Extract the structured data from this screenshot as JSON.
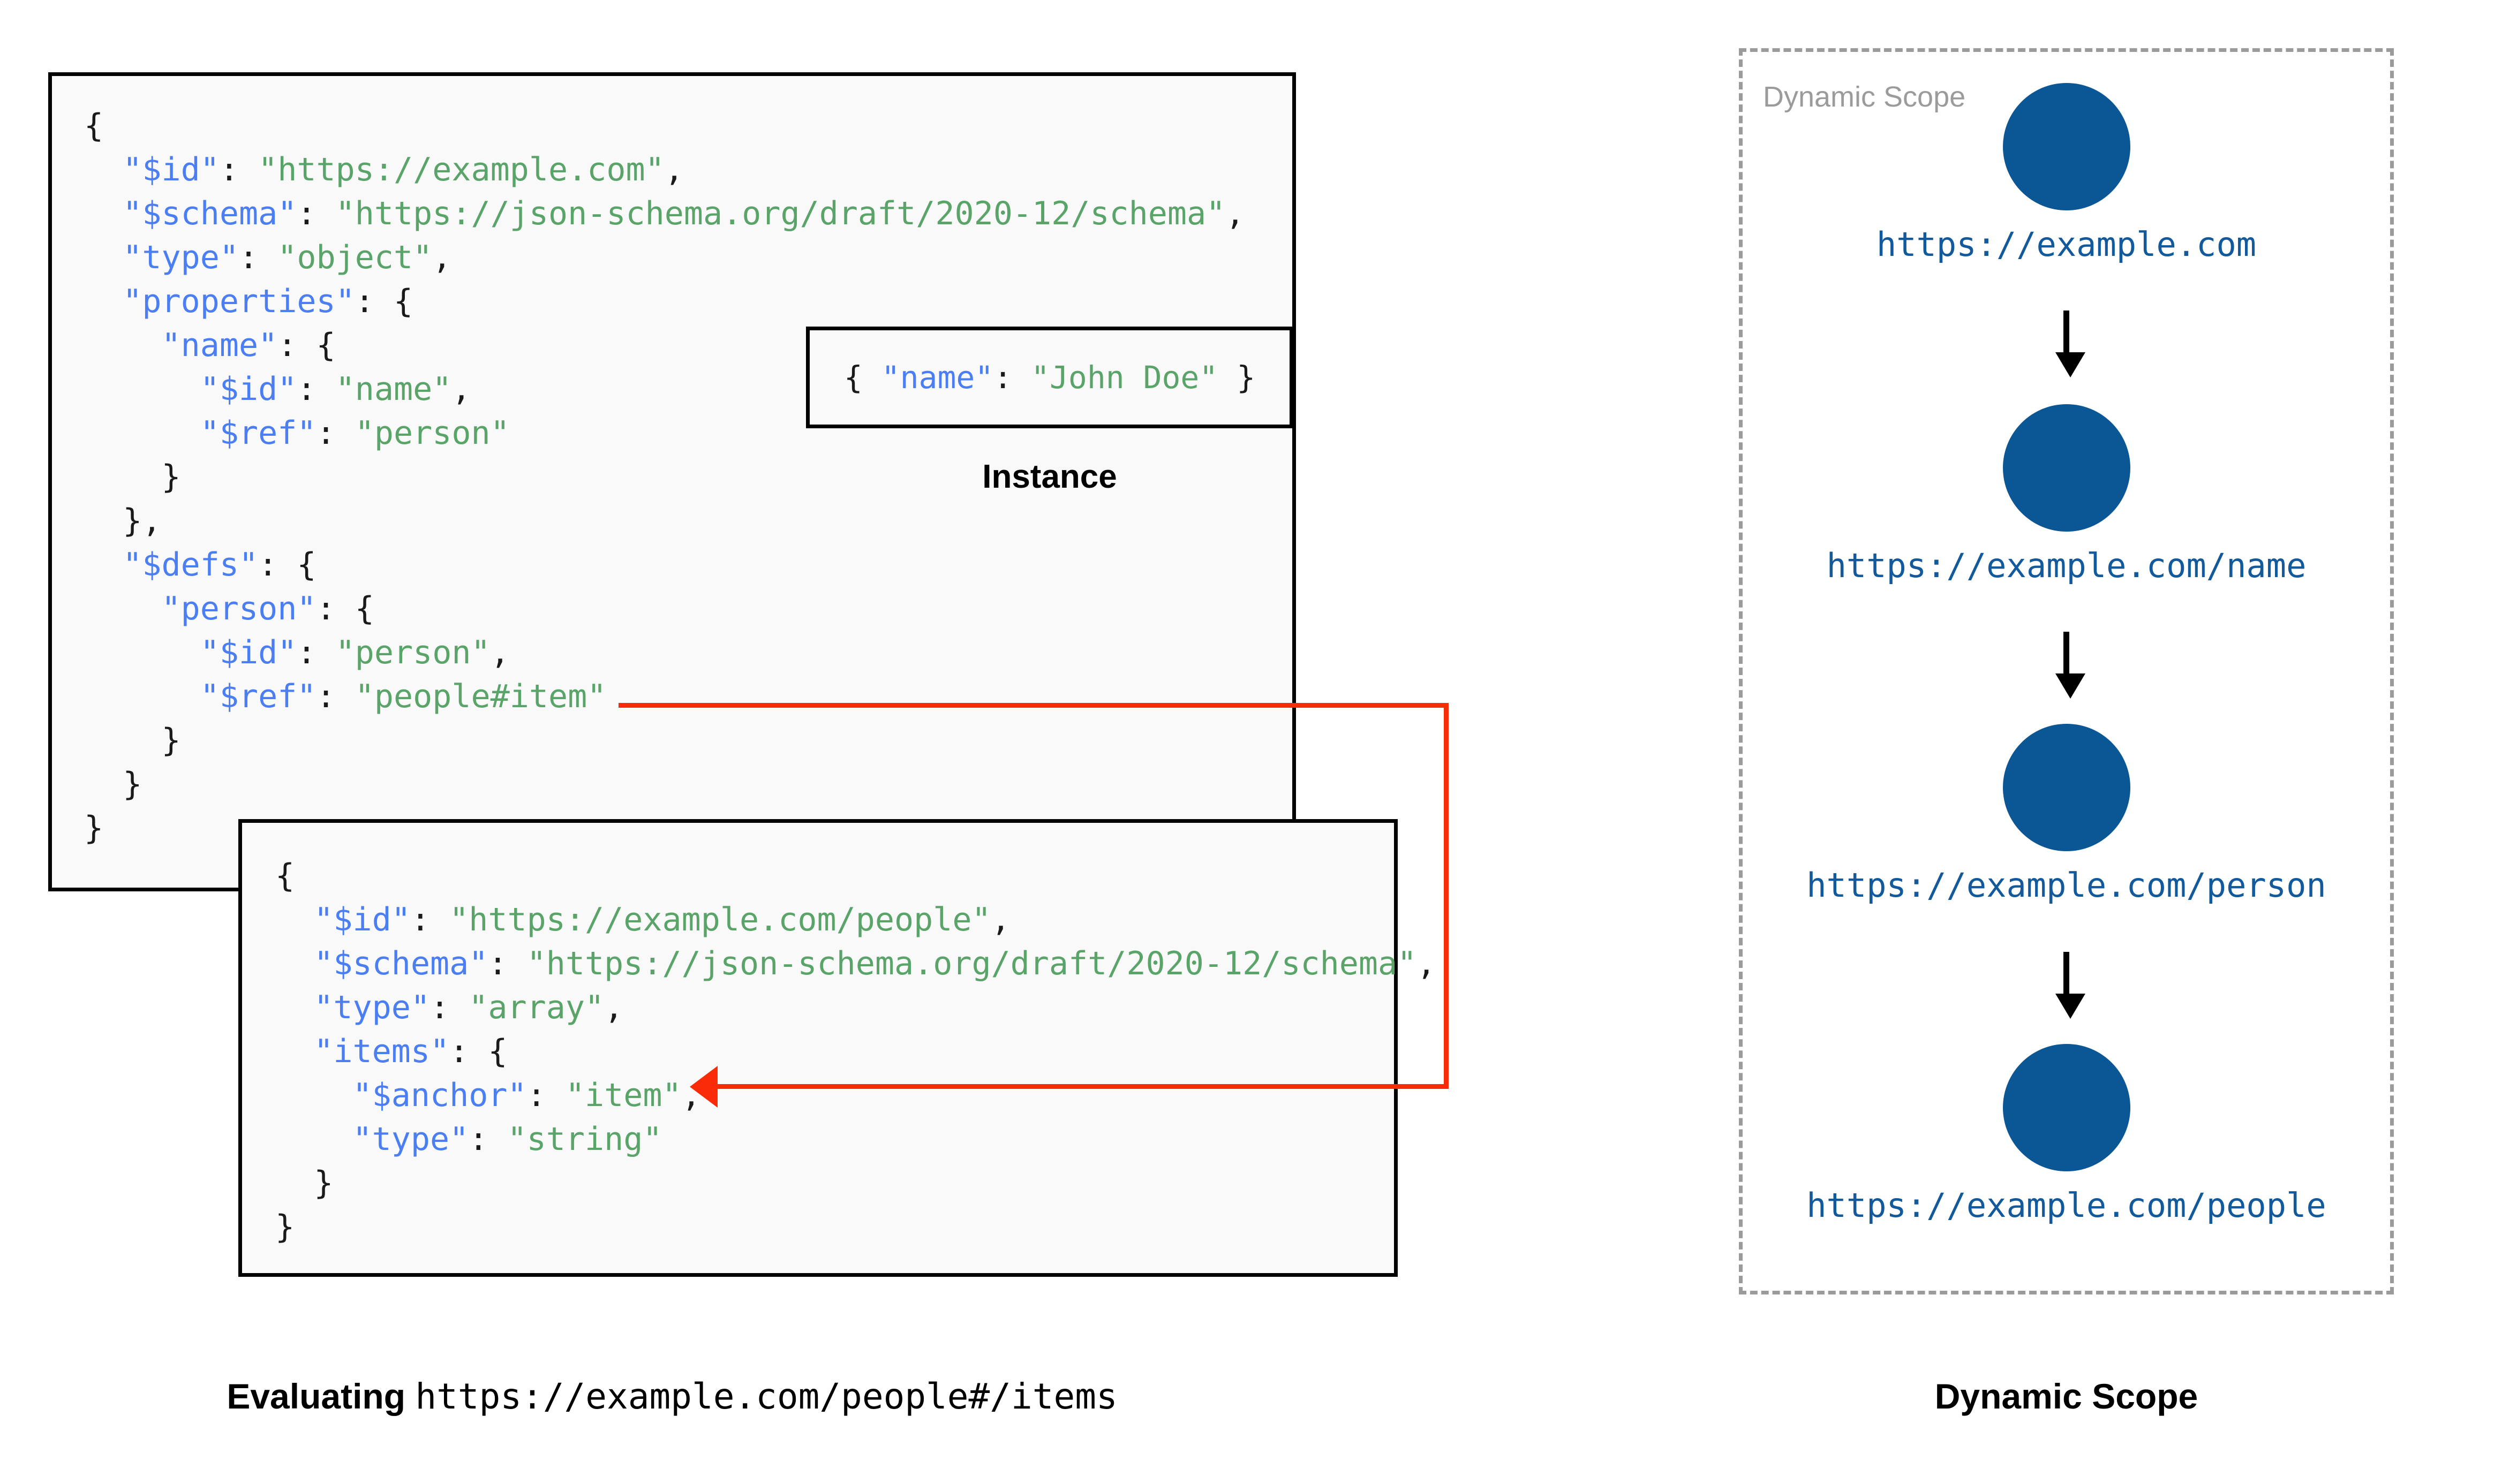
{
  "schema_box": {
    "lines": [
      {
        "segments": [
          {
            "t": "{",
            "c": "p"
          }
        ]
      },
      {
        "segments": [
          {
            "t": "  ",
            "c": "p"
          },
          {
            "t": "\"$id\"",
            "c": "k"
          },
          {
            "t": ": ",
            "c": "p"
          },
          {
            "t": "\"https://example.com\"",
            "c": "s"
          },
          {
            "t": ",",
            "c": "p"
          }
        ]
      },
      {
        "segments": [
          {
            "t": "  ",
            "c": "p"
          },
          {
            "t": "\"$schema\"",
            "c": "k"
          },
          {
            "t": ": ",
            "c": "p"
          },
          {
            "t": "\"https://json-schema.org/draft/2020-12/schema\"",
            "c": "s"
          },
          {
            "t": ",",
            "c": "p"
          }
        ]
      },
      {
        "segments": [
          {
            "t": "  ",
            "c": "p"
          },
          {
            "t": "\"type\"",
            "c": "k"
          },
          {
            "t": ": ",
            "c": "p"
          },
          {
            "t": "\"object\"",
            "c": "s"
          },
          {
            "t": ",",
            "c": "p"
          }
        ]
      },
      {
        "segments": [
          {
            "t": "  ",
            "c": "p"
          },
          {
            "t": "\"properties\"",
            "c": "k"
          },
          {
            "t": ": {",
            "c": "p"
          }
        ]
      },
      {
        "segments": [
          {
            "t": "    ",
            "c": "p"
          },
          {
            "t": "\"name\"",
            "c": "k"
          },
          {
            "t": ": {",
            "c": "p"
          }
        ]
      },
      {
        "segments": [
          {
            "t": "      ",
            "c": "p"
          },
          {
            "t": "\"$id\"",
            "c": "k"
          },
          {
            "t": ": ",
            "c": "p"
          },
          {
            "t": "\"name\"",
            "c": "s"
          },
          {
            "t": ",",
            "c": "p"
          }
        ]
      },
      {
        "segments": [
          {
            "t": "      ",
            "c": "p"
          },
          {
            "t": "\"$ref\"",
            "c": "k"
          },
          {
            "t": ": ",
            "c": "p"
          },
          {
            "t": "\"person\"",
            "c": "s"
          }
        ]
      },
      {
        "segments": [
          {
            "t": "    }",
            "c": "p"
          }
        ]
      },
      {
        "segments": [
          {
            "t": "  },",
            "c": "p"
          }
        ]
      },
      {
        "segments": [
          {
            "t": "  ",
            "c": "p"
          },
          {
            "t": "\"$defs\"",
            "c": "k"
          },
          {
            "t": ": {",
            "c": "p"
          }
        ]
      },
      {
        "segments": [
          {
            "t": "    ",
            "c": "p"
          },
          {
            "t": "\"person\"",
            "c": "k"
          },
          {
            "t": ": {",
            "c": "p"
          }
        ]
      },
      {
        "segments": [
          {
            "t": "      ",
            "c": "p"
          },
          {
            "t": "\"$id\"",
            "c": "k"
          },
          {
            "t": ": ",
            "c": "p"
          },
          {
            "t": "\"person\"",
            "c": "s"
          },
          {
            "t": ",",
            "c": "p"
          }
        ]
      },
      {
        "segments": [
          {
            "t": "      ",
            "c": "p"
          },
          {
            "t": "\"$ref\"",
            "c": "k"
          },
          {
            "t": ": ",
            "c": "p"
          },
          {
            "t": "\"people#item\"",
            "c": "s"
          }
        ]
      },
      {
        "segments": [
          {
            "t": "    }",
            "c": "p"
          }
        ]
      },
      {
        "segments": [
          {
            "t": "  }",
            "c": "p"
          }
        ]
      },
      {
        "segments": [
          {
            "t": "}",
            "c": "p"
          }
        ]
      }
    ]
  },
  "instance_box": {
    "lines": [
      {
        "segments": [
          {
            "t": "{ ",
            "c": "p"
          },
          {
            "t": "\"name\"",
            "c": "k"
          },
          {
            "t": ": ",
            "c": "p"
          },
          {
            "t": "\"John Doe\"",
            "c": "s"
          },
          {
            "t": " }",
            "c": "p"
          }
        ]
      }
    ]
  },
  "instance_caption": "Instance",
  "people_box": {
    "lines": [
      {
        "segments": [
          {
            "t": "{",
            "c": "p"
          }
        ]
      },
      {
        "segments": [
          {
            "t": "  ",
            "c": "p"
          },
          {
            "t": "\"$id\"",
            "c": "k"
          },
          {
            "t": ": ",
            "c": "p"
          },
          {
            "t": "\"https://example.com/people\"",
            "c": "s"
          },
          {
            "t": ",",
            "c": "p"
          }
        ]
      },
      {
        "segments": [
          {
            "t": "  ",
            "c": "p"
          },
          {
            "t": "\"$schema\"",
            "c": "k"
          },
          {
            "t": ": ",
            "c": "p"
          },
          {
            "t": "\"https://json-schema.org/draft/2020-12/schema\"",
            "c": "s"
          },
          {
            "t": ",",
            "c": "p"
          }
        ]
      },
      {
        "segments": [
          {
            "t": "  ",
            "c": "p"
          },
          {
            "t": "\"type\"",
            "c": "k"
          },
          {
            "t": ": ",
            "c": "p"
          },
          {
            "t": "\"array\"",
            "c": "s"
          },
          {
            "t": ",",
            "c": "p"
          }
        ]
      },
      {
        "segments": [
          {
            "t": "  ",
            "c": "p"
          },
          {
            "t": "\"items\"",
            "c": "k"
          },
          {
            "t": ": {",
            "c": "p"
          }
        ]
      },
      {
        "segments": [
          {
            "t": "    ",
            "c": "p"
          },
          {
            "t": "\"$anchor\"",
            "c": "k"
          },
          {
            "t": ": ",
            "c": "p"
          },
          {
            "t": "\"item\"",
            "c": "s"
          },
          {
            "t": ",",
            "c": "p"
          }
        ]
      },
      {
        "segments": [
          {
            "t": "    ",
            "c": "p"
          },
          {
            "t": "\"type\"",
            "c": "k"
          },
          {
            "t": ": ",
            "c": "p"
          },
          {
            "t": "\"string\"",
            "c": "s"
          }
        ]
      },
      {
        "segments": [
          {
            "t": "  }",
            "c": "p"
          }
        ]
      },
      {
        "segments": [
          {
            "t": "}",
            "c": "p"
          }
        ]
      }
    ]
  },
  "left_caption": {
    "bold_prefix": "Evaluating",
    "mono_text": "https://example.com/people#/items"
  },
  "right_caption": "Dynamic Scope",
  "scope": {
    "label": "Dynamic Scope",
    "nodes": [
      {
        "label": "https://example.com"
      },
      {
        "label": "https://example.com/name"
      },
      {
        "label": "https://example.com/person"
      },
      {
        "label": "https://example.com/people"
      }
    ]
  },
  "colors": {
    "node_fill": "#0b5796",
    "node_label": "#125a9c",
    "json_key": "#4a7ef2",
    "json_string": "#5aa469",
    "connector_red": "#f92b08",
    "scope_border": "#9b9b9b",
    "box_bg": "#f9f9f9"
  }
}
